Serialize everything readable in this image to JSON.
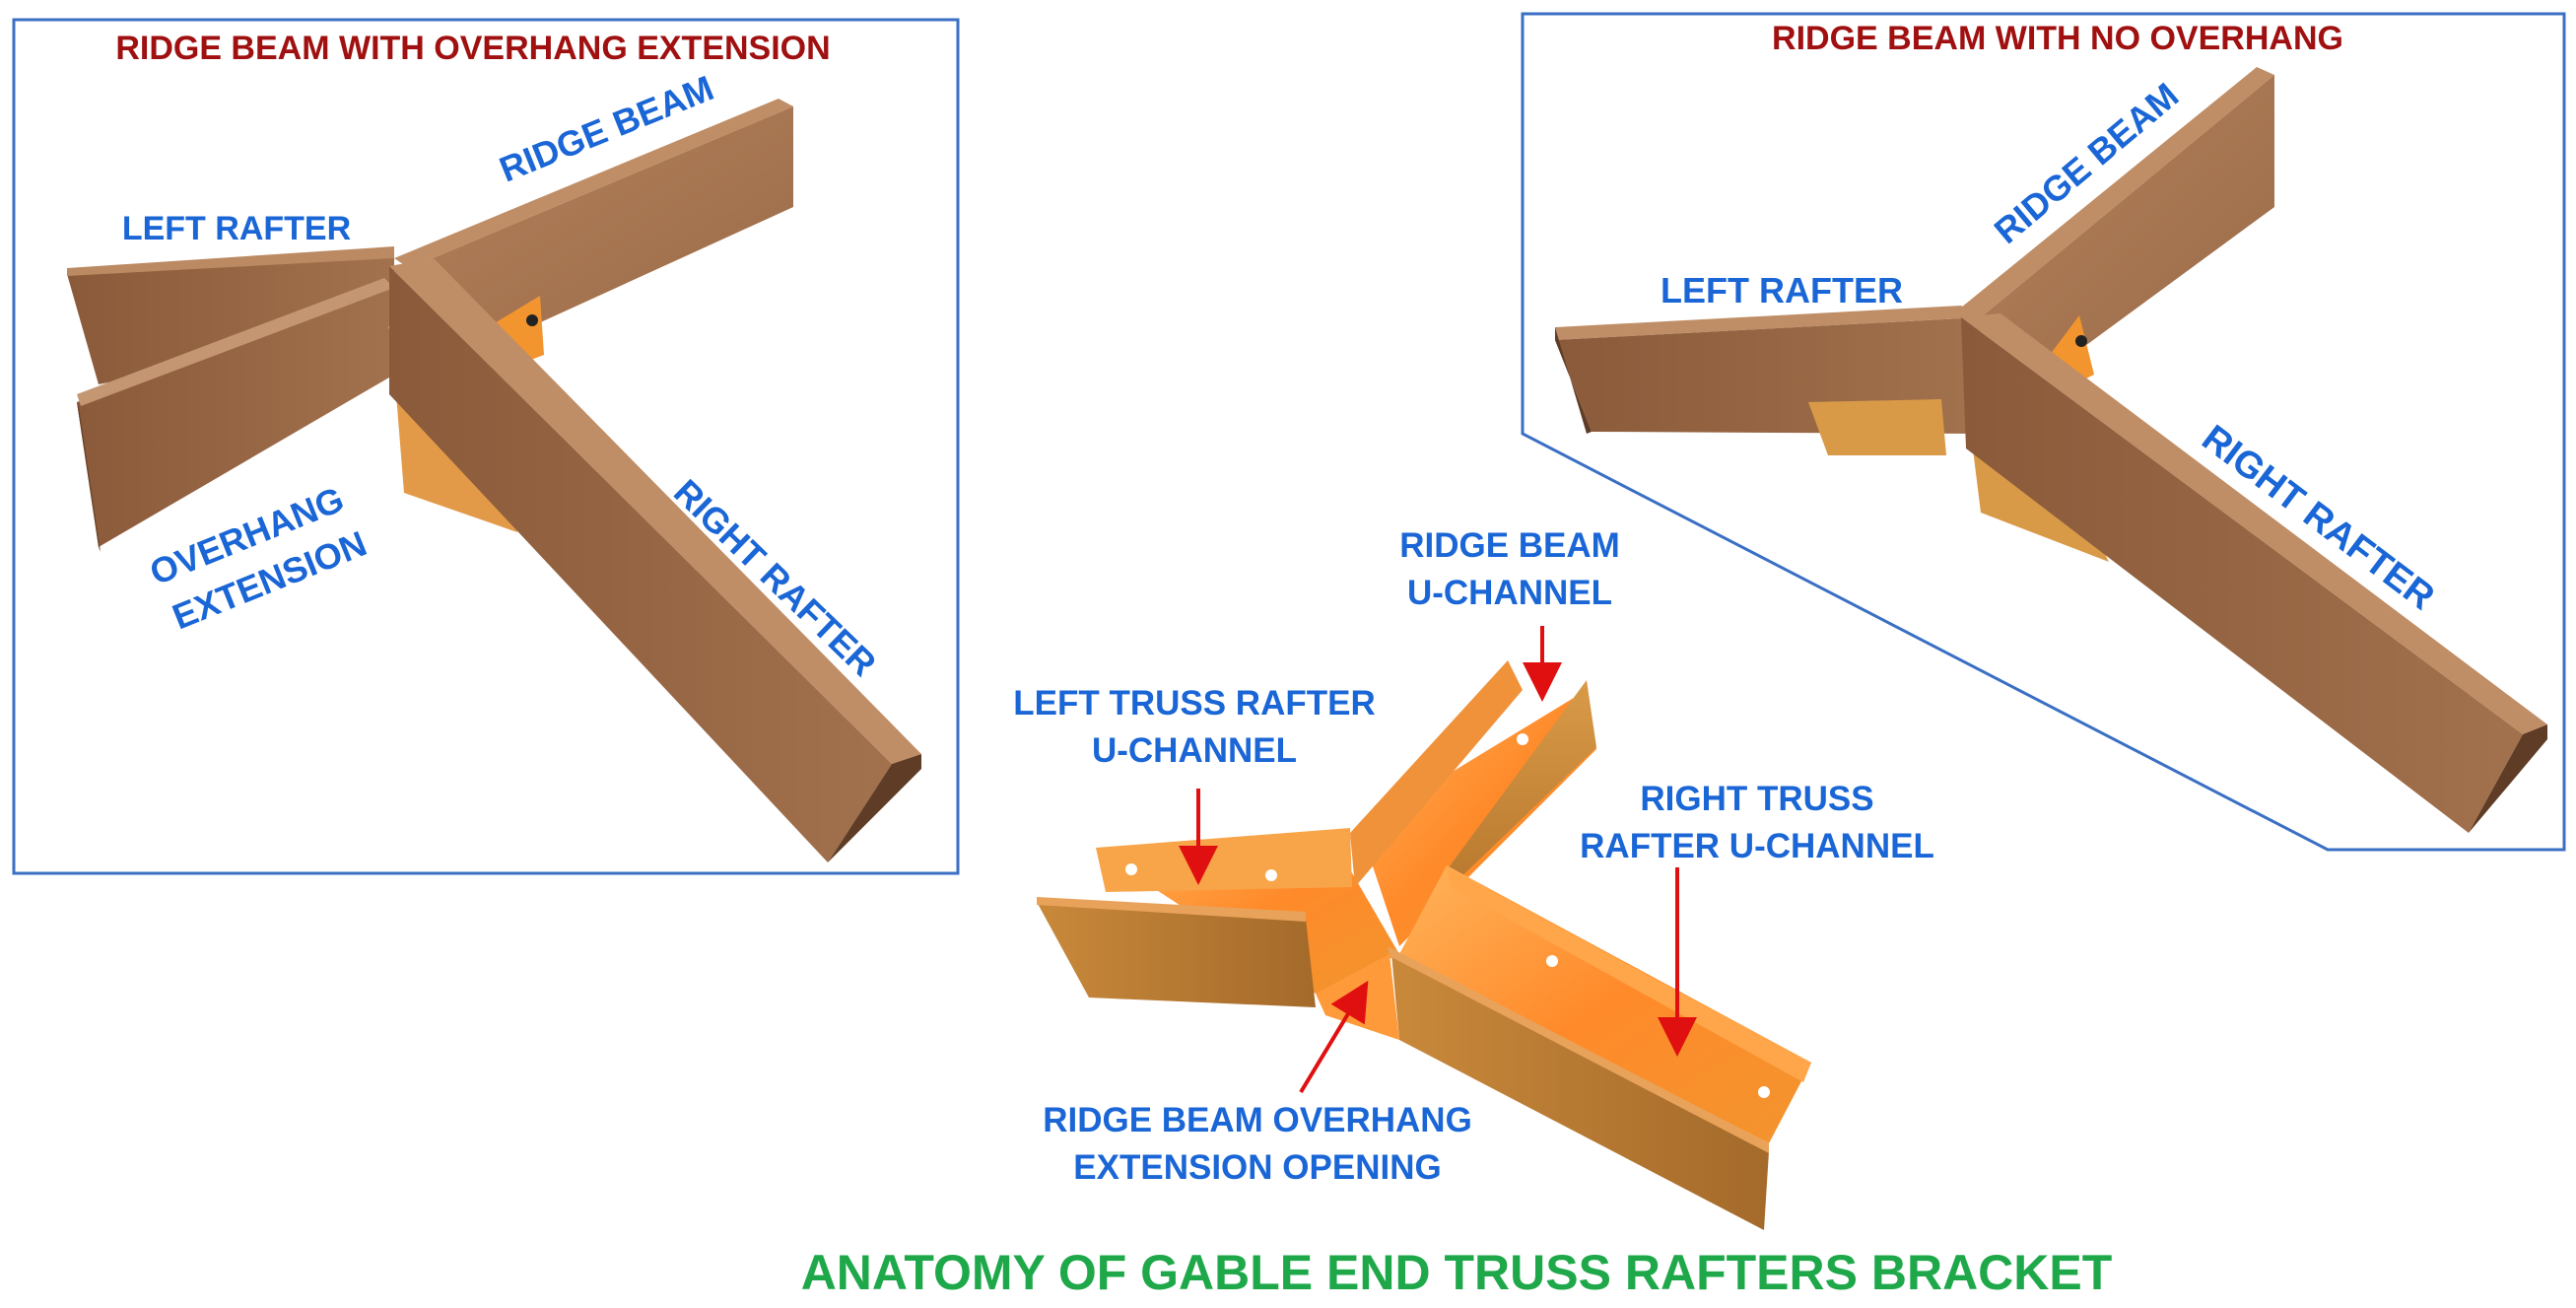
{
  "colors": {
    "label_blue": "#1a66d6",
    "panel_title_red": "#a01010",
    "main_title_green": "#1fa84a",
    "frame_blue": "#3a6fc4",
    "arrow_red": "#e01010",
    "wood": "#9a6a47",
    "bracket_orange": "#f2952e"
  },
  "main_title": "ANATOMY OF GABLE END TRUSS RAFTERS BRACKET",
  "left_panel": {
    "title": "RIDGE BEAM WITH OVERHANG EXTENSION",
    "labels": {
      "ridge_beam": "RIDGE BEAM",
      "left_rafter": "LEFT RAFTER",
      "overhang_line1": "OVERHANG",
      "overhang_line2": "EXTENSION",
      "right_rafter": "RIGHT RAFTER"
    }
  },
  "right_panel": {
    "title": "RIDGE BEAM WITH NO OVERHANG",
    "labels": {
      "ridge_beam": "RIDGE BEAM",
      "left_rafter": "LEFT RAFTER",
      "right_rafter": "RIGHT RAFTER"
    }
  },
  "bracket": {
    "labels": {
      "ridge_channel_line1": "RIDGE BEAM",
      "ridge_channel_line2": "U-CHANNEL",
      "left_channel_line1": "LEFT TRUSS RAFTER",
      "left_channel_line2": "U-CHANNEL",
      "right_channel_line1": "RIGHT TRUSS",
      "right_channel_line2": "RAFTER U-CHANNEL",
      "opening_line1": "RIDGE BEAM OVERHANG",
      "opening_line2": "EXTENSION OPENING"
    }
  }
}
